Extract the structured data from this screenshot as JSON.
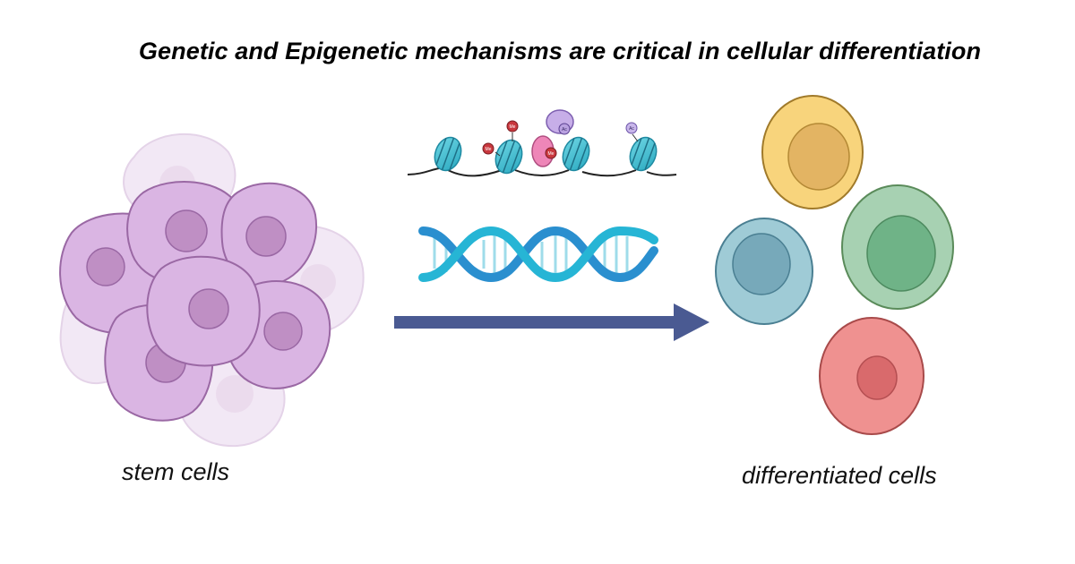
{
  "title": "Genetic and Epigenetic mechanisms are critical in cellular differentiation",
  "labels": {
    "stem_cells": "stem cells",
    "differentiated_cells": "differentiated cells",
    "methyl_mark": "Me",
    "acetyl_mark": "Ac"
  },
  "colors": {
    "stem_cell_fill": "#dab5e3",
    "stem_cell_nucleus": "#bf8fc4",
    "arrow": "#4a5a92",
    "nucleosome": "#3bbfd2",
    "dna_strand_a": "#2a8fcf",
    "dna_strand_b": "#26b5d5",
    "yellow_cell": "#f8d47c",
    "blue_cell": "#9fcbd6",
    "green_cell": "#a7d1b2",
    "red_cell": "#ef9190"
  }
}
